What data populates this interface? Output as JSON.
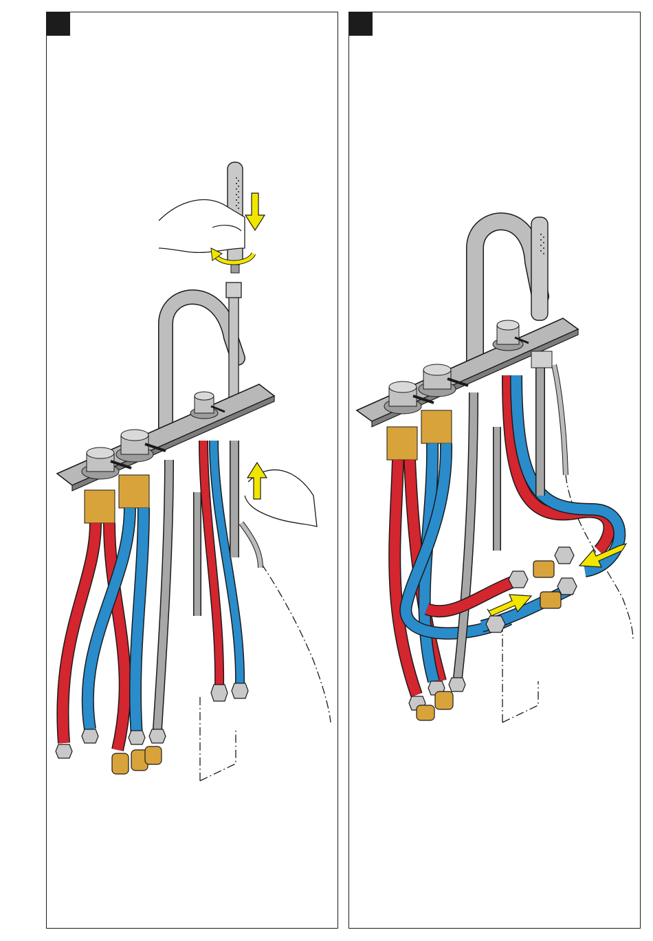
{
  "document": {
    "kind": "installation-instruction-sheet",
    "panels": [
      {
        "step_marker": "filled-square",
        "illustration": "handshower-and-hose-install"
      },
      {
        "step_marker": "filled-square",
        "illustration": "hose-connection-to-tee-fittings"
      }
    ]
  },
  "colors": {
    "hot_hose": "#d3262f",
    "cold_hose": "#2a8ccb",
    "braided_hose": "#9a9a9a",
    "brass": "#d9a33b",
    "chrome": "#b9b9b9",
    "arrow": "#f2e600",
    "outline": "#1a1a1a"
  },
  "icons": {
    "arrow_down": "yellow-arrow-down-icon",
    "arrow_up": "yellow-arrow-up-icon",
    "rotate": "yellow-rotate-arrow-icon",
    "arrow_left": "yellow-arrow-left-icon",
    "arrow_right": "yellow-arrow-right-icon"
  }
}
